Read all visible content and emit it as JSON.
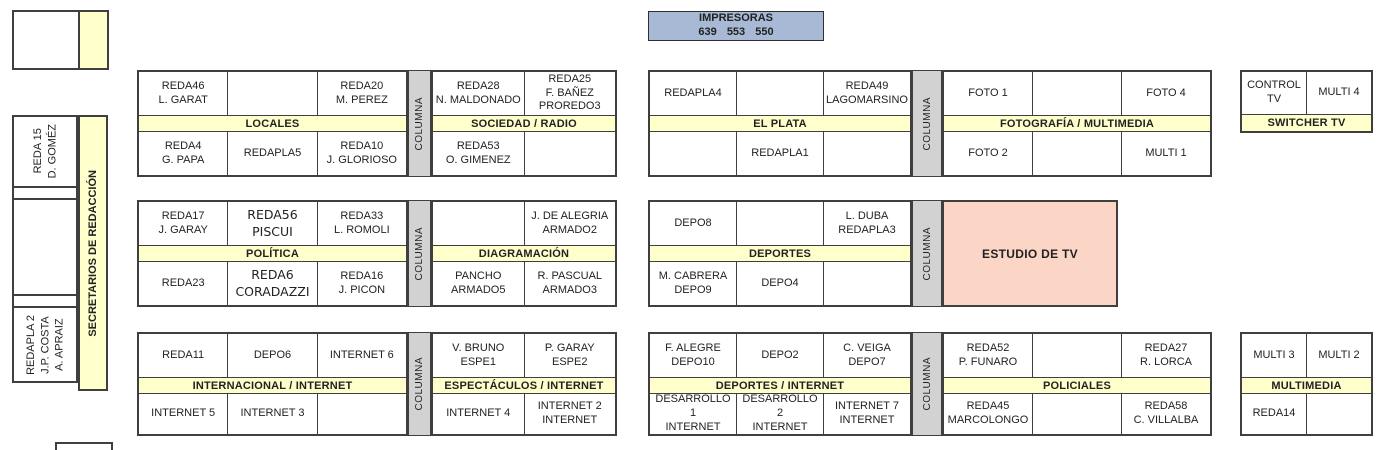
{
  "plan_title": "newsroom-floor-plan",
  "colors": {
    "header_band": "#FFFFCC",
    "columna_strip": "#D2D2D2",
    "studio": "#FBD5C5",
    "printers": "#A7B9D4",
    "border": "#3F3F3F"
  },
  "printers_box": {
    "title": "IMPRESORAS",
    "numbers": "639 553 550"
  },
  "left_rail": {
    "desk_top": "REDA 15\nD. GOMÉZ",
    "secretaries": "SECRETARIOS DE REDACCIÓN",
    "desk_bottom": "REDAPLA 2\nJ.P. COSTA\nA. APRAIZ"
  },
  "columna_label": "COLUMNA",
  "studio": {
    "label": "ESTUDIO DE TV"
  },
  "blocks": {
    "locales": {
      "header": "LOCALES",
      "top": [
        "REDA46\nL. GARAT",
        "",
        "REDA20\nM. PEREZ"
      ],
      "bottom": [
        "REDA4\nG. PAPA",
        "REDAPLA5",
        "REDA10\nJ. GLORIOSO"
      ]
    },
    "sociedad_radio": {
      "header": "SOCIEDAD / RADIO",
      "top": [
        "REDA28\nN. MALDONADO",
        "REDA25\nF. BAÑEZ\nPROREDO3"
      ],
      "bottom": [
        "REDA53\nO. GIMENEZ",
        ""
      ]
    },
    "el_plata": {
      "header": "EL PLATA",
      "top": [
        "REDAPLA4",
        "",
        "REDA49\nLAGOMARSINO"
      ],
      "bottom": [
        "",
        "REDAPLA1",
        ""
      ]
    },
    "fotografia_multimedia": {
      "header": "FOTOGRAFÍA / MULTIMEDIA",
      "top": [
        "FOTO 1",
        "",
        "FOTO 4"
      ],
      "bottom": [
        "FOTO 2",
        "",
        "MULTI 1"
      ]
    },
    "switcher_tv": {
      "header": "SWITCHER TV",
      "top": [
        "CONTROL TV",
        "MULTI 4"
      ]
    },
    "politica": {
      "header": "POLÍTICA",
      "top": [
        "REDA17\nJ. GARAY",
        "REDA56\nPISCUI",
        "REDA33\nL. ROMOLI"
      ],
      "bottom": [
        "REDA23",
        "REDA6\nCORADAZZI",
        "REDA16\nJ. PICON"
      ]
    },
    "diagramacion": {
      "header": "DIAGRAMACIÓN",
      "top": [
        "",
        "J. DE ALEGRIA\nARMADO2"
      ],
      "bottom": [
        "PANCHO\nARMADO5",
        "R. PASCUAL\nARMADO3"
      ]
    },
    "deportes": {
      "header": "DEPORTES",
      "top": [
        "DEPO8",
        "",
        "L. DUBA\nREDAPLA3"
      ],
      "bottom": [
        "M. CABRERA\nDEPO9",
        "DEPO4",
        ""
      ]
    },
    "internacional_internet": {
      "header": "INTERNACIONAL / INTERNET",
      "top": [
        "REDA11",
        "DEPO6",
        "INTERNET 6"
      ],
      "bottom": [
        "INTERNET 5",
        "INTERNET 3",
        ""
      ]
    },
    "espectaculos_internet": {
      "header": "ESPECTÁCULOS / INTERNET",
      "top": [
        "V. BRUNO\nESPE1",
        "P. GARAY\nESPE2"
      ],
      "bottom": [
        "INTERNET 4",
        "INTERNET 2\nINTERNET"
      ]
    },
    "deportes_internet": {
      "header": "DEPORTES / INTERNET",
      "top": [
        "F. ALEGRE\nDEPO10",
        "DEPO2",
        "C. VEIGA\nDEPO7"
      ],
      "bottom": [
        "DESARROLLO 1\nINTERNET",
        "DESARROLLO 2\nINTERNET",
        "INTERNET 7\nINTERNET"
      ]
    },
    "policiales": {
      "header": "POLICIALES",
      "top": [
        "REDA52\nP. FUNARO",
        "",
        "REDA27\nR. LORCA"
      ],
      "bottom": [
        "REDA45\nMARCOLONGO",
        "",
        "REDA58\nC. VILLALBA"
      ]
    },
    "multimedia": {
      "header": "MULTIMEDIA",
      "top": [
        "MULTI 3",
        "MULTI 2"
      ],
      "bottom": [
        "REDA14",
        ""
      ]
    }
  }
}
